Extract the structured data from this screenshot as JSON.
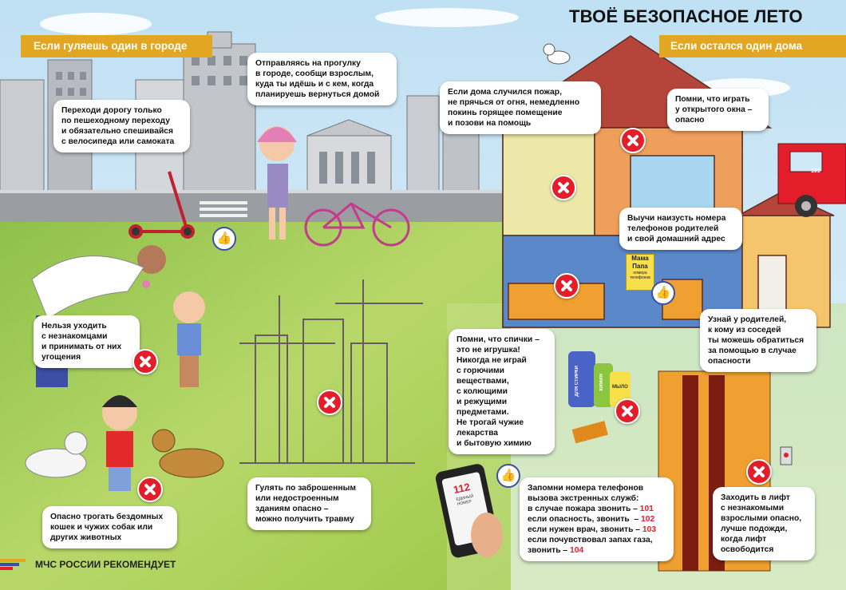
{
  "title": "ТВОЁ БЕЗОПАСНОЕ ЛЕТО",
  "left_banner": "Если гуляешь один в городе",
  "right_banner": "Если остался один дома",
  "callouts": {
    "crossing": "Переходи дорогу только\nпо пешеходному переходу\nи обязательно спешивайся\nс велосипеда или самоката",
    "walk": "Отправляясь на прогулку\nв городе, сообщи взрослым,\nкуда ты идёшь и с кем, когда\nпланируешь вернуться домой",
    "strangers": "Нельзя уходить\nс незнакомцами\nи принимать от них\nугощения",
    "animals": "Опасно трогать бездомных\nкошек  и чужих собак или\nдругих животных",
    "construction": "Гулять по заброшенным\nили недостроенным\nзданиям  опасно –\nможно получить травму",
    "fire": "Если дома случился пожар,\nне прячься от огня, немедленно\nпокинь горящее помещение\nи позови на помощь",
    "window": "Помни, что играть\nу открытого окна –\nопасно",
    "phones": "Выучи наизусть номера\nтелефонов родителей\nи свой домашний адрес",
    "neighbors": "Узнай у родителей,\nк кому из соседей\nты можешь обратиться\nза помощью в случае\nопасности",
    "matches": "Помни, что спички –\nэто не игрушка!\nНикогда не играй\nс горючими\nвеществами,\nс колющими\nи режущими\nпредметами.\nНе трогай чужие\nлекарства\nи бытовую химию",
    "elevator": "Заходить в лифт\nс незнакомыми\nвзрослыми опасно,\nлучше подожди,\nкогда лифт\nосвободится"
  },
  "emergency": {
    "intro": "Запомни номера  телефонов\nвызова экстренных служб:",
    "fire_text": "в случае пожара звонить – ",
    "fire_num": "101",
    "danger_text": "если опасность, звонить  – ",
    "danger_num": "102",
    "doctor_text": "если нужен врач, звонить – ",
    "doctor_num": "103",
    "gas_text": "если почувствовал запах газа,\nзвонить – ",
    "gas_num": "104"
  },
  "phone_screen": {
    "number": "112",
    "caption": "ЕДИНЫЙ НОМЕР"
  },
  "sticky_note": {
    "line1": "Мама",
    "line2": "Папа",
    "line3": "номера телефонов"
  },
  "product_labels": {
    "bottle1": "ДЛЯ СТИРКИ",
    "bottle2": "ХИМИЯ",
    "bottle3": "МЫЛО"
  },
  "fire_truck_number": "101",
  "footer": "МЧС РОССИИ РЕКОМЕНДУЕТ",
  "colors": {
    "banner": "#e2a623",
    "cross": "#e31e2a",
    "accent_blue": "#3d4ea5",
    "grass": "#9fc84a",
    "sky": "#a9d4ef"
  }
}
